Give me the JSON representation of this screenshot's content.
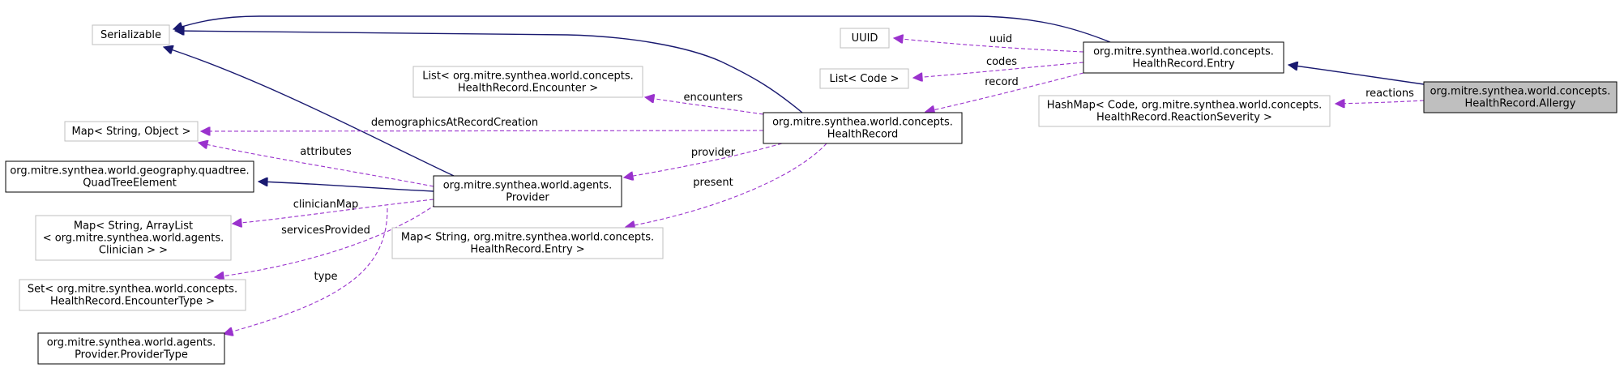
{
  "colors": {
    "inheritance": "#191970",
    "usage": "#9a32cd",
    "box_solid": "#000000",
    "box_light": "#bfbfbf",
    "highlight_fill": "#bfbfbf"
  },
  "nodes": [
    {
      "id": "allergy",
      "lines": [
        "org.mitre.synthea.world.concepts.",
        "HealthRecord.Allergy"
      ],
      "style": "highlight"
    },
    {
      "id": "serializable",
      "lines": [
        "Serializable"
      ],
      "style": "light"
    },
    {
      "id": "entry",
      "lines": [
        "org.mitre.synthea.world.concepts.",
        "HealthRecord.Entry"
      ],
      "style": "solid"
    },
    {
      "id": "uuid",
      "lines": [
        "UUID"
      ],
      "style": "light"
    },
    {
      "id": "list-code",
      "lines": [
        "List< Code >"
      ],
      "style": "light"
    },
    {
      "id": "hashmap-reaction",
      "lines": [
        "HashMap< Code, org.mitre.synthea.world.concepts.",
        "HealthRecord.ReactionSeverity >"
      ],
      "style": "light"
    },
    {
      "id": "list-encounter",
      "lines": [
        "List< org.mitre.synthea.world.concepts.",
        "HealthRecord.Encounter >"
      ],
      "style": "light"
    },
    {
      "id": "healthrecord",
      "lines": [
        "org.mitre.synthea.world.concepts.",
        "HealthRecord"
      ],
      "style": "solid"
    },
    {
      "id": "map-string-object",
      "lines": [
        "Map< String, Object >"
      ],
      "style": "light"
    },
    {
      "id": "quadtree-element",
      "lines": [
        "org.mitre.synthea.world.geography.quadtree.",
        "QuadTreeElement"
      ],
      "style": "solid"
    },
    {
      "id": "provider",
      "lines": [
        "org.mitre.synthea.world.agents.",
        "Provider"
      ],
      "style": "solid"
    },
    {
      "id": "map-clinician",
      "lines": [
        "Map< String, ArrayList",
        "< org.mitre.synthea.world.agents.",
        "Clinician > >"
      ],
      "style": "light"
    },
    {
      "id": "map-entry",
      "lines": [
        "Map< String, org.mitre.synthea.world.concepts.",
        "HealthRecord.Entry >"
      ],
      "style": "light"
    },
    {
      "id": "set-encountertype",
      "lines": [
        "Set< org.mitre.synthea.world.concepts.",
        "HealthRecord.EncounterType >"
      ],
      "style": "light"
    },
    {
      "id": "providertype",
      "lines": [
        "org.mitre.synthea.world.agents.",
        "Provider.ProviderType"
      ],
      "style": "solid"
    }
  ],
  "edges": [
    {
      "from": "allergy",
      "to": "entry",
      "kind": "inheritance",
      "label": ""
    },
    {
      "from": "entry",
      "to": "serializable",
      "kind": "inheritance",
      "label": ""
    },
    {
      "from": "healthrecord",
      "to": "serializable",
      "kind": "inheritance",
      "label": ""
    },
    {
      "from": "provider",
      "to": "serializable",
      "kind": "inheritance",
      "label": ""
    },
    {
      "from": "provider",
      "to": "quadtree-element",
      "kind": "inheritance",
      "label": ""
    },
    {
      "from": "allergy",
      "to": "hashmap-reaction",
      "kind": "usage",
      "label": "reactions"
    },
    {
      "from": "entry",
      "to": "uuid",
      "kind": "usage",
      "label": "uuid"
    },
    {
      "from": "entry",
      "to": "list-code",
      "kind": "usage",
      "label": "codes"
    },
    {
      "from": "entry",
      "to": "healthrecord",
      "kind": "usage",
      "label": "record"
    },
    {
      "from": "healthrecord",
      "to": "list-encounter",
      "kind": "usage",
      "label": "encounters"
    },
    {
      "from": "healthrecord",
      "to": "map-string-object",
      "kind": "usage",
      "label": "demographicsAtRecordCreation"
    },
    {
      "from": "healthrecord",
      "to": "provider",
      "kind": "usage",
      "label": "provider"
    },
    {
      "from": "healthrecord",
      "to": "map-entry",
      "kind": "usage",
      "label": "present"
    },
    {
      "from": "provider",
      "to": "map-string-object",
      "kind": "usage",
      "label": "attributes"
    },
    {
      "from": "provider",
      "to": "map-clinician",
      "kind": "usage",
      "label": "clinicianMap"
    },
    {
      "from": "provider",
      "to": "set-encountertype",
      "kind": "usage",
      "label": "servicesProvided"
    },
    {
      "from": "provider",
      "to": "providertype",
      "kind": "usage",
      "label": "type"
    }
  ]
}
